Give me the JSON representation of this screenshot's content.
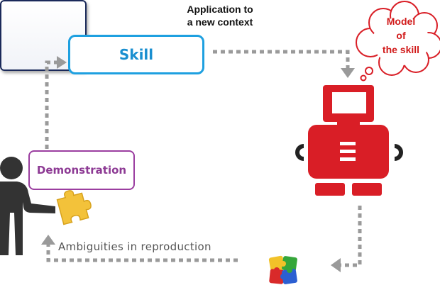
{
  "skill_label": "Skill",
  "demonstration_label": "Demonstration",
  "model_cloud_text": "Model\nof\nthe skill",
  "application_text": "Application to\na new context",
  "ambiguities_text": "Ambiguities in reproduction",
  "colors": {
    "skill_border": "#1ea0e0",
    "demonstration_border": "#9b3ea0",
    "robot": "#d91e26",
    "cloud_text": "#d11a1a",
    "arrow": "#9a9a9a",
    "application_border": "#1b2a5a"
  },
  "icons": [
    "person-icon",
    "robot-icon",
    "thought-cloud-icon",
    "puzzle-piece-icon",
    "puzzle-group-icon"
  ]
}
